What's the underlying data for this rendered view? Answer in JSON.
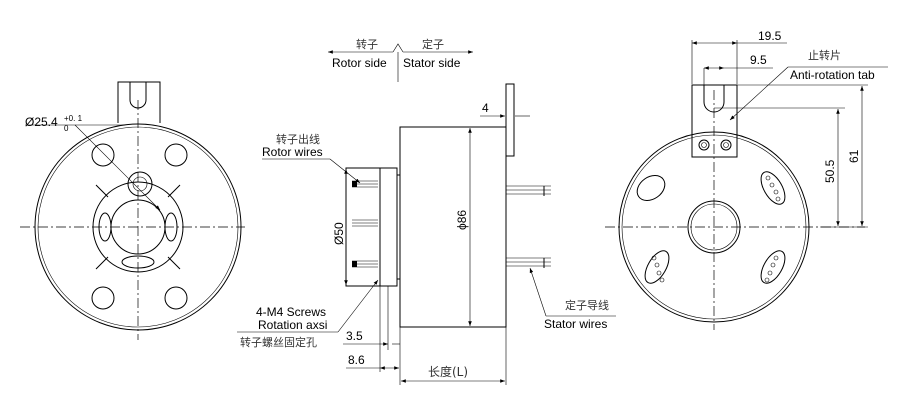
{
  "labels": {
    "rotor_side_cn": "转子",
    "rotor_side": "Rotor side",
    "stator_side_cn": "定子",
    "stator_side": "Stator  side",
    "rotor_wires_cn": "转子出线",
    "rotor_wires": "Rotor wires",
    "screws_1": "4-M4 Screws",
    "screws_2": "Rotation axsi",
    "screws_cn": "转子螺丝固定孔",
    "stator_wires_cn": "定子导线",
    "stator_wires": "Stator wires",
    "tab_cn": "止转片",
    "tab": "Anti-rotation tab",
    "length": "长度(L)"
  },
  "dimensions": {
    "bore": "Ø25.4",
    "bore_tol_upper": "+0. 1",
    "bore_tol_lower": "0",
    "flange_thickness": "4",
    "rotor_dia": "Ø50",
    "body_dia": "ϕ86",
    "d_3_5": "3.5",
    "d_8_6": "8.6",
    "tab_width": "19.5",
    "slot_width": "9.5",
    "h_50_5": "50.5",
    "h_61": "61"
  }
}
